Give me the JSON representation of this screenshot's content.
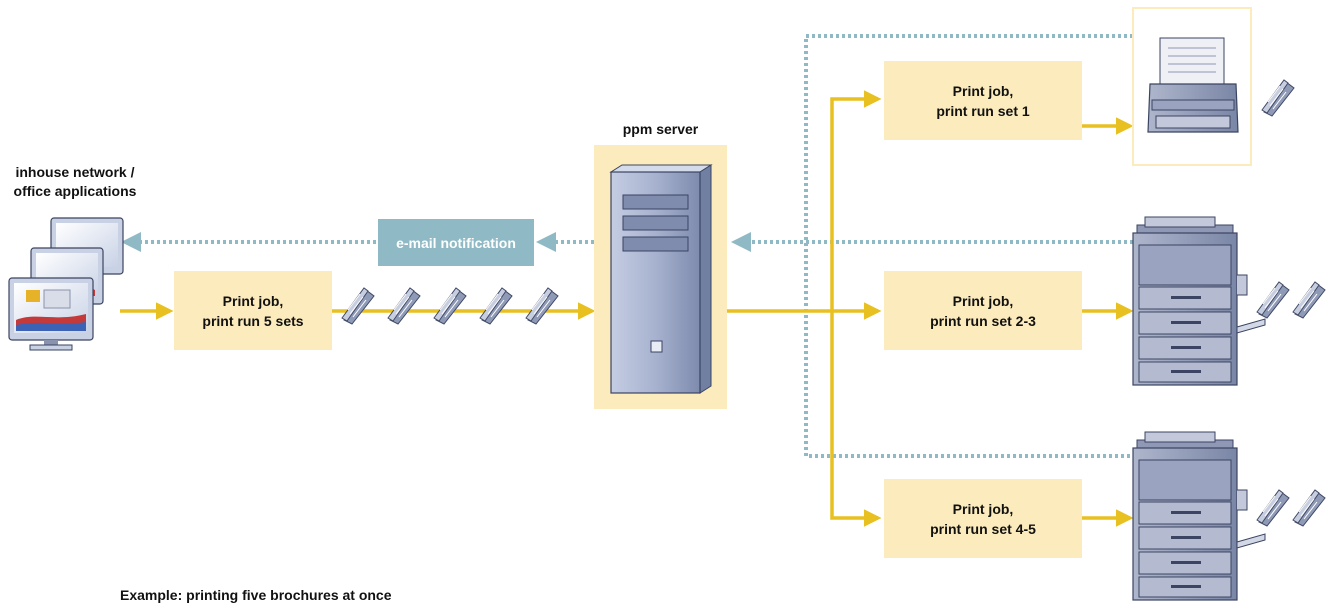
{
  "labels": {
    "network_line1": "inhouse network /",
    "network_line2": "office applications",
    "server": "ppm server",
    "caption": "Example: printing five brochures at once"
  },
  "notification": {
    "label": "e-mail notification"
  },
  "jobs": {
    "source": {
      "line1": "Print job,",
      "line2": "print run 5 sets"
    },
    "set1": {
      "line1": "Print job,",
      "line2": "print run set 1"
    },
    "set2": {
      "line1": "Print job,",
      "line2": "print run set 2-3"
    },
    "set3": {
      "line1": "Print job,",
      "line2": "print run set 4-5"
    }
  },
  "colors": {
    "job_arrow": "#e8c020",
    "notification_line": "#8fb9c4",
    "box_fill": "#fcebbd",
    "device": "#6d7a9b"
  },
  "icons": [
    "monitor-stack-icon",
    "brochure-icon",
    "server-tower-icon",
    "printer-icon",
    "copier-icon"
  ]
}
